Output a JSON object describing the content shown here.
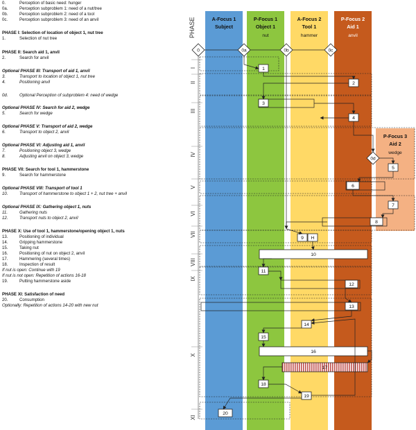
{
  "legend": {
    "lines": [
      {
        "num": "0.",
        "text": "Perception of basic need: hunger",
        "style": "normal"
      },
      {
        "num": "0a.",
        "text": "Perception subproblem 1: need of a nut/tree",
        "style": "normal"
      },
      {
        "num": "0b.",
        "text": "Perception subproblem 2: need of a tool",
        "style": "normal"
      },
      {
        "num": "0c.",
        "text": "Perception subproblem 3: need of an anvil",
        "style": "normal"
      },
      {
        "num": "",
        "text": "PHASE I: Selection of location of object 1, nut tree",
        "style": "head"
      },
      {
        "num": "1.",
        "text": "Selection of nut tree",
        "style": "normal"
      },
      {
        "num": "",
        "text": "PHASE II: Search aid 1, anvil",
        "style": "head"
      },
      {
        "num": "2.",
        "text": "Search for anvil",
        "style": "normal"
      },
      {
        "num": "",
        "text": "Optional PHASE III: Transport of aid 1, anvil",
        "style": "opthead"
      },
      {
        "num": "3.",
        "text": "Transport to location of object 1, nut tree",
        "style": "it"
      },
      {
        "num": "4.",
        "text": "Positioning anvil",
        "style": "it"
      },
      {
        "num": "0d.",
        "text": "Optional Perception of subproblem 4: need of wedge",
        "style": "it"
      },
      {
        "num": "",
        "text": "Optional PHASE IV: Search for aid 2, wedge",
        "style": "opthead"
      },
      {
        "num": "5.",
        "text": "Search for wedge",
        "style": "it"
      },
      {
        "num": "",
        "text": "Optional PHASE V: Transport of aid 2, wedge",
        "style": "opthead"
      },
      {
        "num": "6.",
        "text": "Transport to object 2, anvil",
        "style": "it"
      },
      {
        "num": "",
        "text": "Optional PHASE VI: Adjusting aid 1, anvil",
        "style": "opthead"
      },
      {
        "num": "7.",
        "text": "Positioning object 3, wedge",
        "style": "it"
      },
      {
        "num": "8.",
        "text": "Adjusting anvil on object 3, wedge",
        "style": "it"
      },
      {
        "num": "",
        "text": "PHASE VII: Search for tool 1, hammerstone",
        "style": "head"
      },
      {
        "num": "9.",
        "text": "Search for hammerstone",
        "style": "normal"
      },
      {
        "num": "",
        "text": "Optional PHASE VIII: Transport of tool 1",
        "style": "opthead"
      },
      {
        "num": "10.",
        "text": "Transport of hammerstone to object 1 + 2, nut tree + anvil",
        "style": "it"
      },
      {
        "num": "",
        "text": "Optional PHASE IX: Gathering object 1, nuts",
        "style": "opthead"
      },
      {
        "num": "11.",
        "text": "Gathering nuts",
        "style": "it"
      },
      {
        "num": "12.",
        "text": "Transport nuts to object 2, anvil",
        "style": "it"
      },
      {
        "num": "",
        "text": "PHASE X: Use of tool 1, hammerstone/opening object 1, nuts",
        "style": "head"
      },
      {
        "num": "13.",
        "text": "Positioning of individual",
        "style": "normal"
      },
      {
        "num": "14.",
        "text": "Gripping hammerstone",
        "style": "normal"
      },
      {
        "num": "15.",
        "text": "Taking nut",
        "style": "normal"
      },
      {
        "num": "16.",
        "text": "Positioning of nut on object 2, anvil",
        "style": "normal"
      },
      {
        "num": "17.",
        "text": "Hammering (several times)",
        "style": "normal"
      },
      {
        "num": "18.",
        "text": "Inspection of result",
        "style": "normal"
      },
      {
        "num": "",
        "text": "If nut is open: Continue with 19",
        "style": "itfull"
      },
      {
        "num": "",
        "text": "If nut is not open: Repetition of actions 16-18",
        "style": "itfull"
      },
      {
        "num": "19.",
        "text": "Putting hammerstone aside",
        "style": "normal"
      },
      {
        "num": "",
        "text": "PHASE XI: Satisfaction of need",
        "style": "head"
      },
      {
        "num": "20.",
        "text": "Consumption",
        "style": "normal"
      },
      {
        "num": "",
        "text": "Optionally: Repetition of actions 14-20 with new nut",
        "style": "itfull"
      }
    ]
  },
  "diagram": {
    "phase_label": "PHASE",
    "columns": [
      {
        "id": "subject",
        "line1": "A-Focus 1",
        "line2": "Subject",
        "line3": "",
        "color": "#5b9bd5"
      },
      {
        "id": "object1",
        "line1": "P-Focus 1",
        "line2": "Object 1",
        "line3": "nut",
        "color": "#8dc63f"
      },
      {
        "id": "tool1",
        "line1": "A-Focus 2",
        "line2": "Tool 1",
        "line3": "hammer",
        "color": "#ffd966"
      },
      {
        "id": "aid1",
        "line1": "P-Focus 2",
        "line2": "Aid 1",
        "line3": "anvil",
        "color": "#c55a1d"
      },
      {
        "id": "aid2",
        "line1": "P-Focus 3",
        "line2": "Aid 2",
        "line3": "wedge",
        "color": "#f4b183"
      }
    ],
    "phases": [
      "I",
      "II",
      "III",
      "IV",
      "V",
      "VI",
      "VII",
      "VIII",
      "IX",
      "X",
      "XI"
    ],
    "diamonds": [
      "0",
      "0a",
      "0b",
      "0c",
      "0d"
    ],
    "actions": [
      "1",
      "2",
      "3",
      "4",
      "5",
      "6",
      "7",
      "8",
      "9",
      "H",
      "10",
      "11",
      "12",
      "13",
      "14",
      "15",
      "16",
      "17",
      "18",
      "19",
      "20"
    ],
    "colors": {
      "outline": "#222222",
      "hammering_stripes": "#c0504d"
    }
  }
}
